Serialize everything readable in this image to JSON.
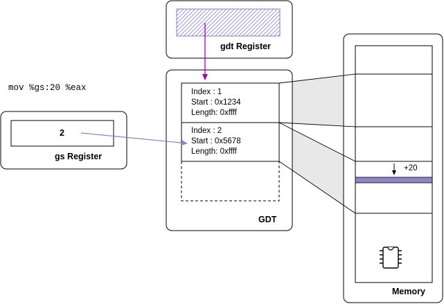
{
  "instruction": "mov %gs:20 %eax",
  "gdt_register": {
    "label": "gdt Register"
  },
  "gs_register": {
    "label": "gs Register",
    "value": "2"
  },
  "gdt": {
    "label": "GDT",
    "entries": [
      {
        "index": "Index : 1",
        "start": "Start : 0x1234",
        "length": "Length: 0xffff"
      },
      {
        "index": "Index : 2",
        "start": "Start : 0x5678",
        "length": "Length: 0xffff"
      }
    ]
  },
  "memory": {
    "label": "Memory",
    "offset_label": "+20"
  },
  "colors": {
    "arrow_purple": "#9900aa",
    "arrow_lavender": "#8c86c8",
    "highlight": "#8c86c8",
    "shade": "#e8e8e8"
  }
}
